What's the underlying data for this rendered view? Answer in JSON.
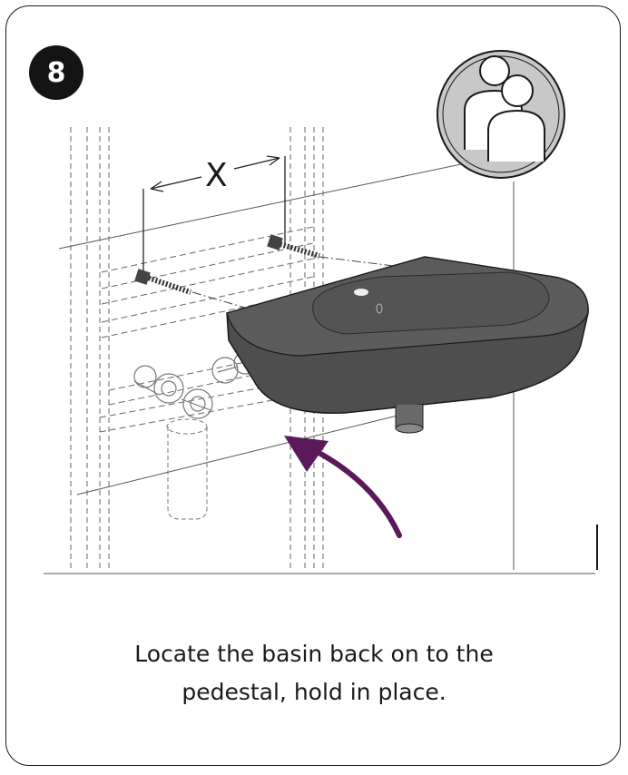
{
  "step": {
    "number": "8"
  },
  "dimension_label": "X",
  "icons": {
    "persons": "two-person-icon",
    "arrow": "curved-arrow-icon"
  },
  "colors": {
    "arrow": "#5a1a5a",
    "basin": "#4e4e4e",
    "badge": "#141414"
  },
  "caption": {
    "line1": "Locate the basin back on to the",
    "line2": "pedestal, hold in place."
  }
}
